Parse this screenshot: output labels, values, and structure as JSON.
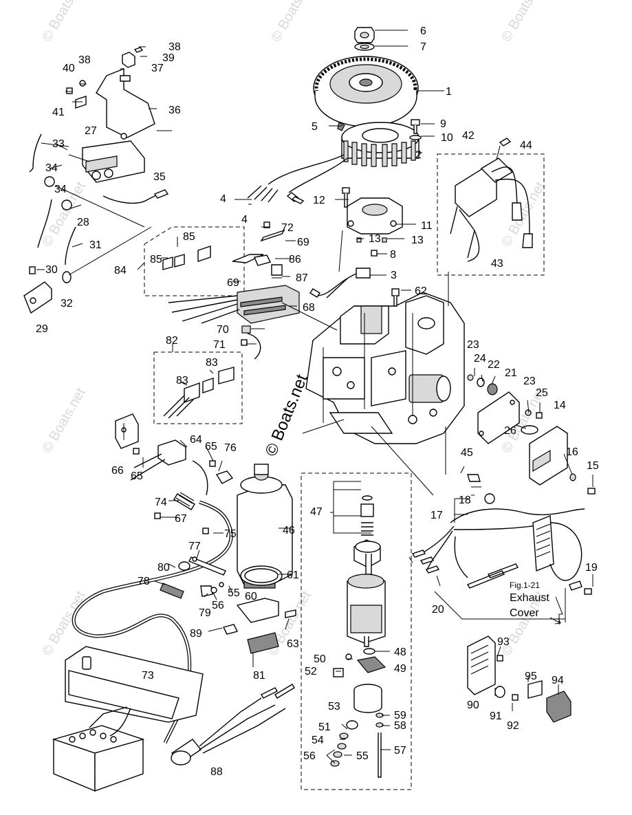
{
  "watermarks": {
    "corner": "© Boats.net",
    "main": "© Boats.net"
  },
  "note": {
    "fig_ref": "Fig.1-21",
    "line1": "Exhaust",
    "line2": "Cover"
  },
  "callouts": {
    "c1": "1",
    "c2": "2",
    "c3": "3",
    "c4a": "4",
    "c4b": "4",
    "c5": "5",
    "c6": "6",
    "c7": "7",
    "c8": "8",
    "c9": "9",
    "c10": "10",
    "c11": "11",
    "c12": "12",
    "c13a": "13",
    "c13b": "13",
    "c14": "14",
    "c15": "15",
    "c16": "16",
    "c17": "17",
    "c18": "18",
    "c19": "19",
    "c20": "20",
    "c21": "21",
    "c22": "22",
    "c23a": "23",
    "c23b": "23",
    "c24": "24",
    "c25": "25",
    "c26": "26",
    "c27": "27",
    "c28": "28",
    "c29": "29",
    "c30": "30",
    "c31": "31",
    "c32": "32",
    "c33": "33",
    "c34a": "34",
    "c34b": "34",
    "c35": "35",
    "c36": "36",
    "c37": "37",
    "c38a": "38",
    "c38b": "38",
    "c39": "39",
    "c40": "40",
    "c41": "41",
    "c42": "42",
    "c43": "43",
    "c44": "44",
    "c45": "45",
    "c46": "46",
    "c47": "47",
    "c48": "48",
    "c49": "49",
    "c50": "50",
    "c51": "51",
    "c52": "52",
    "c53": "53",
    "c54": "54",
    "c55a": "55",
    "c55b": "55",
    "c56a": "56",
    "c56b": "56",
    "c57": "57",
    "c58": "58",
    "c59": "59",
    "c60": "60",
    "c61": "61",
    "c62": "62",
    "c63": "63",
    "c64": "64",
    "c65a": "65",
    "c65b": "65",
    "c66": "66",
    "c67": "67",
    "c68": "68",
    "c69a": "69",
    "c69b": "69",
    "c70": "70",
    "c71": "71",
    "c72": "72",
    "c73": "73",
    "c74": "74",
    "c75": "75",
    "c76": "76",
    "c77": "77",
    "c78": "78",
    "c79": "79",
    "c80": "80",
    "c81": "81",
    "c82": "82",
    "c83a": "83",
    "c83b": "83",
    "c84": "84",
    "c85a": "85",
    "c85b": "85",
    "c86": "86",
    "c87": "87",
    "c88": "88",
    "c89": "89",
    "c90": "90",
    "c91": "91",
    "c92": "92",
    "c93": "93",
    "c94": "94",
    "c95": "95"
  }
}
